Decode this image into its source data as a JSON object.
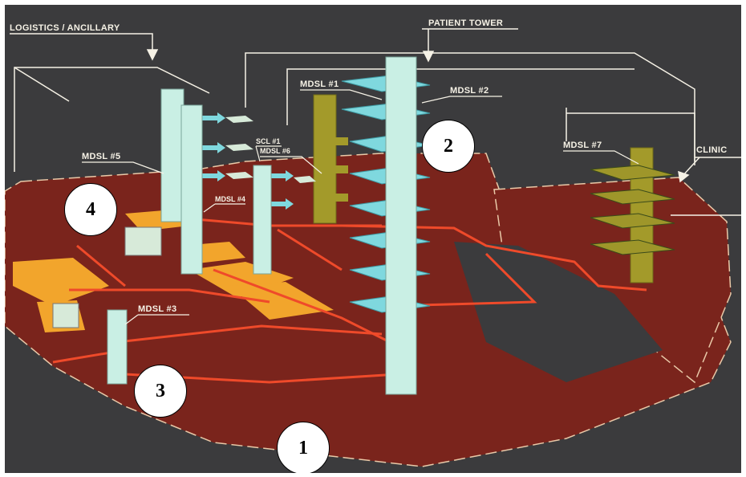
{
  "labels": {
    "logistics": "LOGISTICS / ANCILLARY",
    "patient_tower": "PATIENT TOWER",
    "clinic": "CLINIC",
    "mdsl1": "MDSL #1",
    "mdsl2": "MDSL #2",
    "mdsl3": "MDSL #3",
    "mdsl4": "MDSL #4",
    "mdsl5": "MDSL #5",
    "mdsl6": "MDSL #6",
    "mdsl7": "MDSL #7",
    "scl1": "SCL #1"
  },
  "markers": [
    "1",
    "2",
    "3",
    "4"
  ],
  "colors": {
    "background": "#3b3b3d",
    "floor": "#7a241c",
    "route": "#ef4a2a",
    "shaft_light": "#c9efe4",
    "shaft_olive": "#a39a2a",
    "stop_cyan": "#7fd8de",
    "block_orange": "#f2a52c",
    "line": "#f6f2e6"
  }
}
